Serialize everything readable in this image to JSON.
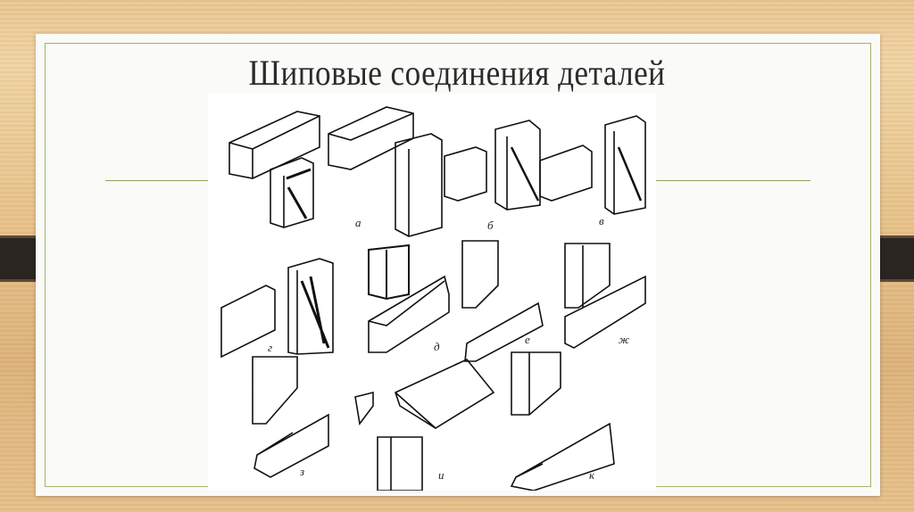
{
  "slide": {
    "title": "Шиповые соединения деталей",
    "figure": {
      "labels": [
        "а",
        "б",
        "в",
        "г",
        "д",
        "е",
        "ж",
        "з",
        "и",
        "к"
      ]
    }
  },
  "colors": {
    "accent_line": "#8da45a",
    "tab": "#2a2520",
    "background_wood": "#e6c08a"
  }
}
